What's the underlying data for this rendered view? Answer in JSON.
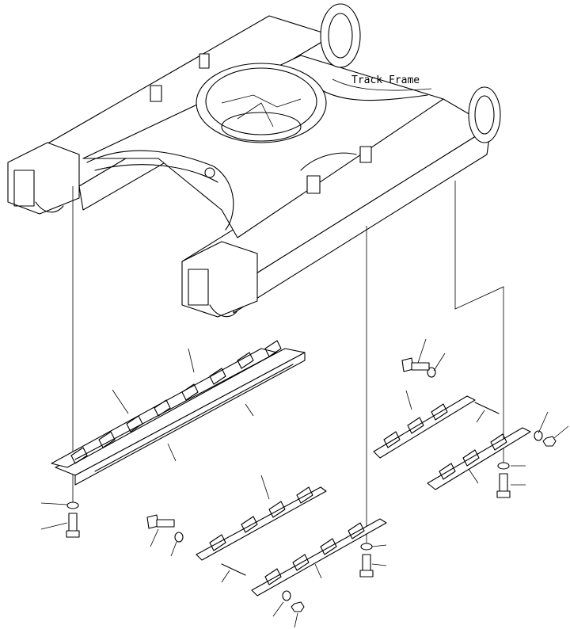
{
  "diagram": {
    "frame_label": "Track Frame",
    "parts": [
      "track-frame",
      "left-track-guard-assembly",
      "front-right-track-guard",
      "rear-right-track-guard",
      "right-lower-track-guard",
      "left-lower-track-guard",
      "mounting-bolt",
      "washer",
      "spacer-pin",
      "nut"
    ]
  }
}
